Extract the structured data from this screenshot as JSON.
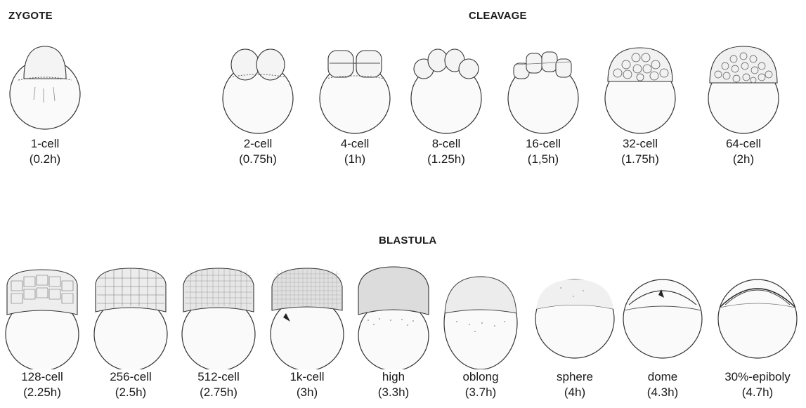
{
  "headings": {
    "zygote": "ZYGOTE",
    "cleavage": "CLEAVAGE",
    "blastula": "BLASTULA"
  },
  "stages": {
    "zygote": [
      {
        "name": "1-cell",
        "time": "(0.2h)"
      }
    ],
    "cleavage": [
      {
        "name": "2-cell",
        "time": "(0.75h)"
      },
      {
        "name": "4-cell",
        "time": "(1h)"
      },
      {
        "name": "8-cell",
        "time": "(1.25h)"
      },
      {
        "name": "16-cell",
        "time": "(1,5h)"
      },
      {
        "name": "32-cell",
        "time": "(1.75h)"
      },
      {
        "name": "64-cell",
        "time": "(2h)"
      }
    ],
    "blastula": [
      {
        "name": "128-cell",
        "time": "(2.25h)"
      },
      {
        "name": "256-cell",
        "time": "(2.5h)"
      },
      {
        "name": "512-cell",
        "time": "(2.75h)"
      },
      {
        "name": "1k-cell",
        "time": "(3h)"
      },
      {
        "name": "high",
        "time": "(3.3h)"
      },
      {
        "name": "oblong",
        "time": "(3.7h)"
      },
      {
        "name": "sphere",
        "time": "(4h)"
      },
      {
        "name": "dome",
        "time": "(4.3h)"
      },
      {
        "name": "30%-epiboly",
        "time": "(4.7h)"
      }
    ]
  }
}
